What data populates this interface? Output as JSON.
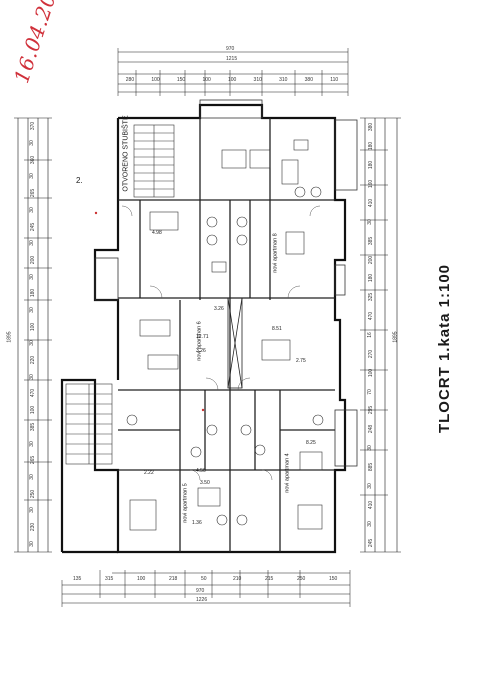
{
  "sheet": {
    "title": "TLOCRT 1.kata   1:100",
    "handwritten_date": "16.04.2013",
    "level_note": "2."
  },
  "plan": {
    "stair_label": "OTVORENO STUBIŠTE",
    "apartments": [
      {
        "label": "novi apartman 8"
      },
      {
        "label": "novi apartman 6"
      },
      {
        "label": "novi apartman 5"
      },
      {
        "label": "novi apartman 4"
      }
    ],
    "room_areas": [
      "4.98",
      "3.26",
      "12.71",
      "8.51",
      "3.26",
      "2.75",
      "8.25",
      "2.22",
      "3.50",
      "4.50",
      "1.36"
    ],
    "dimensions": {
      "top_totals": [
        "970",
        "1215"
      ],
      "top_chain": [
        "280",
        "100",
        "150",
        "100",
        "100",
        "310",
        "310",
        "380",
        "110"
      ],
      "bottom_totals": [
        "970",
        "1226"
      ],
      "bottom_chain": [
        "135",
        "315",
        "100",
        "218",
        "50",
        "210",
        "215",
        "250",
        "150"
      ],
      "left_chain": [
        "370",
        "30",
        "360",
        "30",
        "265",
        "30",
        "245",
        "30",
        "200",
        "30",
        "180",
        "30",
        "100",
        "30",
        "220",
        "30",
        "470",
        "100",
        "385",
        "30",
        "265",
        "30",
        "250",
        "30",
        "230",
        "30"
      ],
      "left_total": "1895",
      "right_chain": [
        "380",
        "180",
        "180",
        "160",
        "410",
        "30",
        "385",
        "200",
        "180",
        "325",
        "470",
        "16",
        "270",
        "100",
        "70",
        "295",
        "248",
        "30",
        "885",
        "30",
        "410",
        "30",
        "245"
      ],
      "right_total": "1895"
    }
  }
}
